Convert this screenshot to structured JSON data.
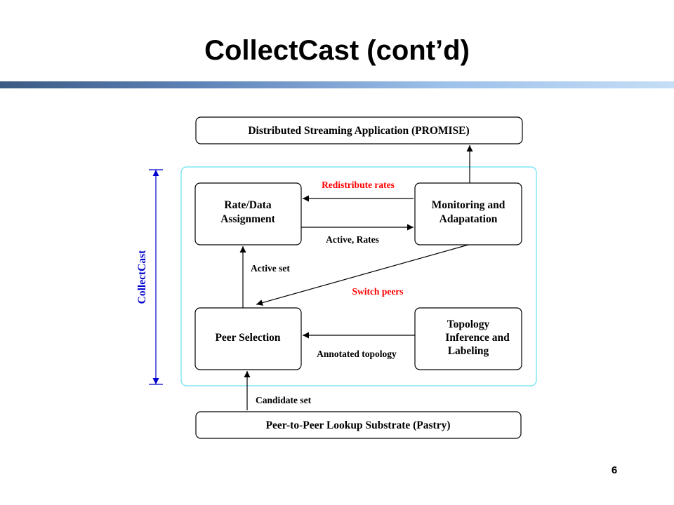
{
  "title": "CollectCast (cont’d)",
  "page_number": "6",
  "colors": {
    "region_border": "#66e0f0",
    "collectcast_label": "#0000cc",
    "highlight_label": "#ff0000",
    "title_rule_start": "#3b5a84",
    "title_rule_end": "#c6def6"
  },
  "diagram": {
    "nodes": {
      "app": "Distributed Streaming Application (PROMISE)",
      "rate_line1": "Rate/Data",
      "rate_line2": "Assignment",
      "monitor_line1": "Monitoring and",
      "monitor_line2": "Adapatation",
      "peer": "Peer Selection",
      "topo_line1": "Topology",
      "topo_line2": "Inference and",
      "topo_line3": "Labeling",
      "substrate": "Peer-to-Peer Lookup Substrate (Pastry)"
    },
    "edges": {
      "redistribute": "Redistribute rates",
      "active_rates": "Active, Rates",
      "active_set": "Active set",
      "switch_peers": "Switch peers",
      "annotated": "Annotated topology",
      "candidate": "Candidate set"
    },
    "region_label": "CollectCast"
  }
}
